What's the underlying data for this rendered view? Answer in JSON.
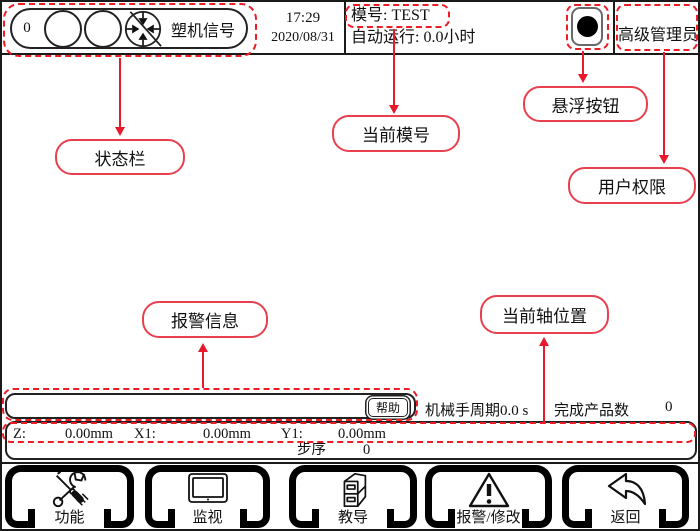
{
  "header": {
    "signal_count": "0",
    "signal_label": "塑机信号",
    "time": "17:29",
    "date": "2020/08/31",
    "mold_label": "模号:",
    "mold_value": "TEST",
    "autorun_label": "自动运行:",
    "autorun_value": "0.0小时",
    "user_role": "高级管理员"
  },
  "callouts": {
    "status_bar": "状态栏",
    "current_mold": "当前模号",
    "float_button": "悬浮按钮",
    "user_permission": "用户权限",
    "alarm_info": "报警信息",
    "axis_position": "当前轴位置"
  },
  "alarm_bar": {
    "help_label": "帮助"
  },
  "stats": {
    "cycle_label": "机械手周期",
    "cycle_value": "0.0 s",
    "products_label": "完成产品数",
    "products_value": "0"
  },
  "axis_bar": {
    "z_label": "Z:",
    "z_value": "0.00mm",
    "x1_label": "X1:",
    "x1_value": "0.00mm",
    "y1_label": "Y1:",
    "y1_value": "0.00mm",
    "step_label": "步序",
    "step_value": "0"
  },
  "toolbar": {
    "buttons": [
      {
        "label": "功能",
        "icon": "tools-icon"
      },
      {
        "label": "监视",
        "icon": "monitor-icon"
      },
      {
        "label": "教导",
        "icon": "cabinet-icon"
      },
      {
        "label": "报警/修改",
        "icon": "warning-icon"
      },
      {
        "label": "返回",
        "icon": "back-arrow-icon"
      }
    ]
  },
  "colors": {
    "annotation_dashed_red": "#ee1c25",
    "callout_border_red": "#e8404e",
    "arrow_red": "#e8192d",
    "ui_border_black": "#1a1a1a"
  }
}
